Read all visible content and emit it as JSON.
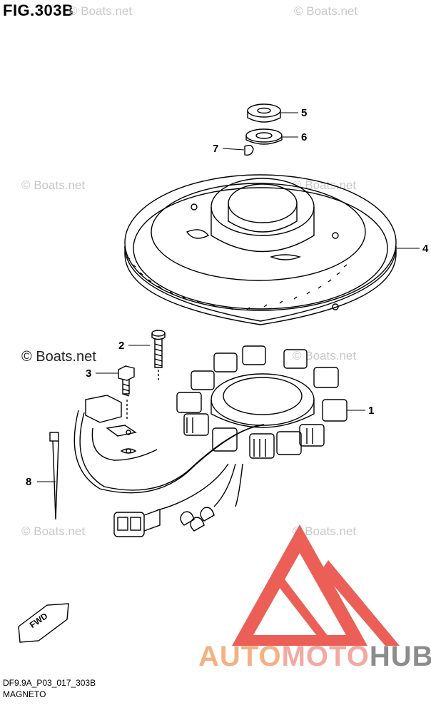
{
  "figure": {
    "title": "FIG.303B",
    "ref_code": "DF9.9A_P03_017_303B",
    "subtitle": "MAGNETO"
  },
  "watermarks": [
    "© Boats.net",
    "© Boats.net",
    "© Boats.net",
    "© Boats.net",
    "© Boats.net",
    "© Boats.net",
    "© Boats.net",
    "© Boats.net"
  ],
  "callouts": [
    "5",
    "6",
    "7",
    "4",
    "2",
    "3",
    "1",
    "8"
  ],
  "direction_label": "FWD",
  "brand": {
    "part1": "AUTO",
    "part2": "MOTO",
    "part3": "HUB",
    "colors": {
      "orange": "#f4b183",
      "pink": "#f3a9a1",
      "gray": "#8c8c8c",
      "logo_red": "#e8443a"
    }
  }
}
